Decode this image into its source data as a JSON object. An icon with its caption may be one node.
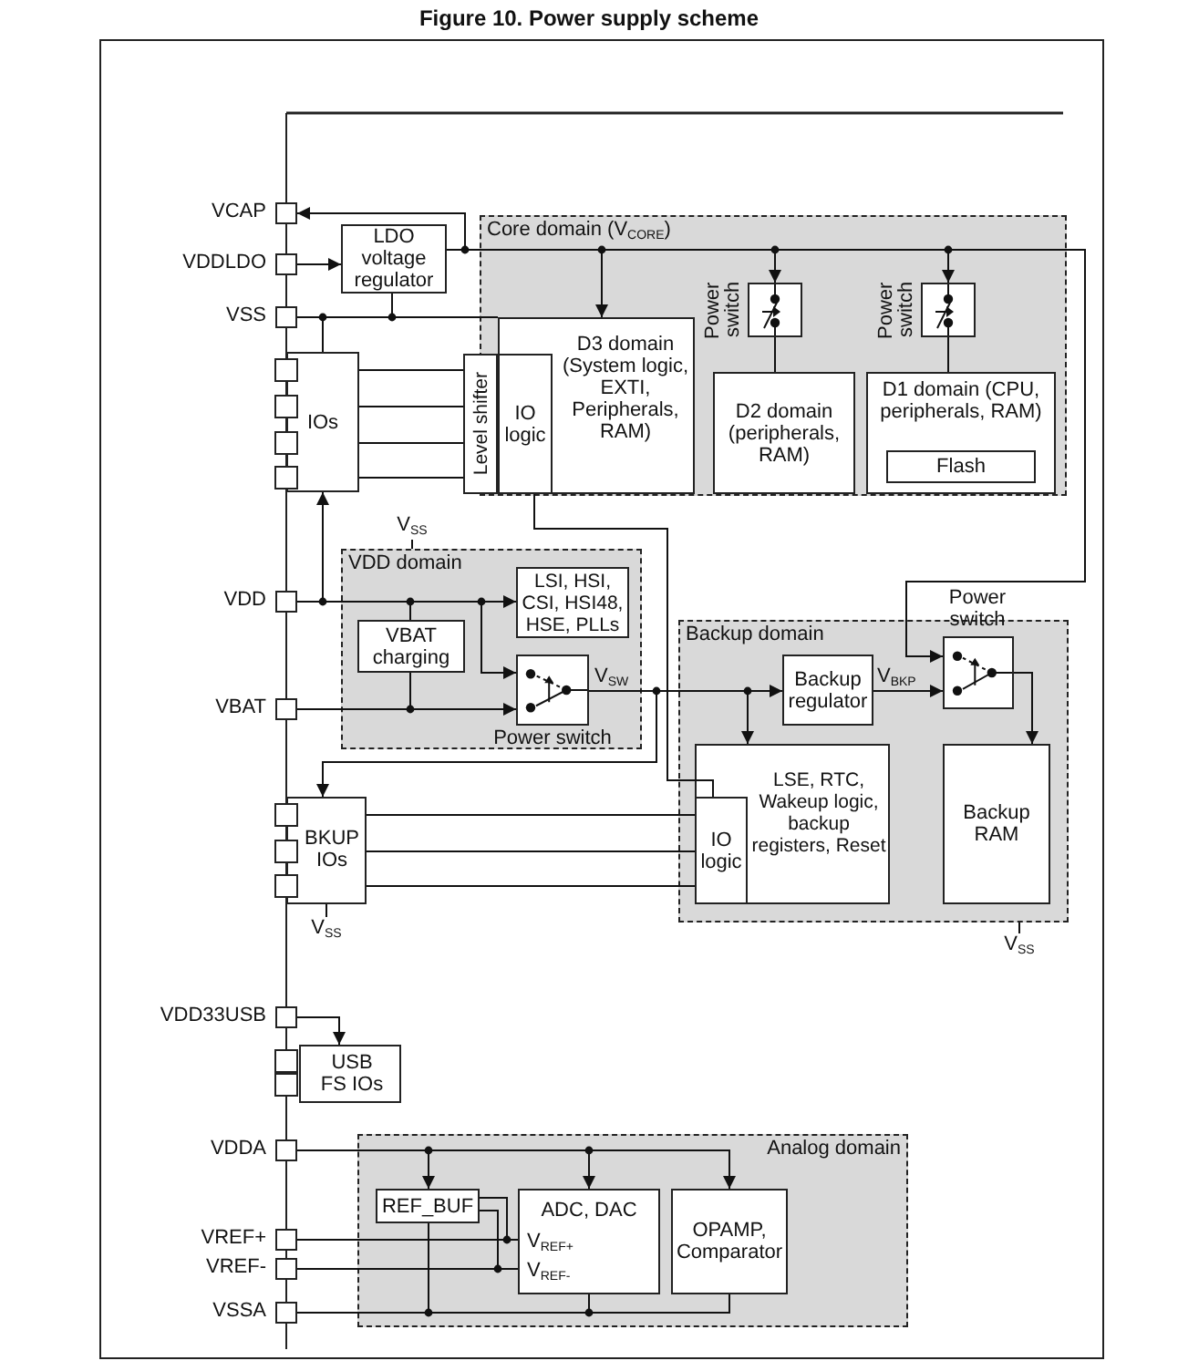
{
  "diagram": {
    "title": "Figure 10. Power supply scheme",
    "nodes": [
      {
        "text": [
          "VCAP"
        ]
      },
      {
        "text": [
          "VDDLDO"
        ]
      },
      {
        "text": [
          "LDO voltage regulator"
        ]
      },
      {
        "text": [
          "Core domain (V$_{CORE}$)"
        ]
      },
      {
        "text": [
          "D3 domain (System logic, EXTI, Peripherals, RAM)"
        ],
        "in": 3
      },
      {
        "text": [
          "IO logic"
        ],
        "in": 4
      },
      {
        "text": [],
        "shape": "switch",
        "in": 3,
        "beside": [
          "Power switch"
        ]
      },
      {
        "text": [
          "D2 domain (peripherals, RAM)"
        ],
        "in": 3
      },
      {
        "text": [],
        "shape": "switch",
        "in": 3,
        "beside": [
          "Power switch"
        ]
      },
      {
        "text": [
          "D1 domain (CPU, peripherals, RAM)"
        ],
        "in": 3
      },
      {
        "text": [
          "Flash"
        ],
        "in": 9
      },
      {
        "text": [
          "VSS"
        ]
      },
      {
        "text": [
          "IOs"
        ]
      },
      {
        "text": [
          "Level shifter"
        ]
      },
      {
        "text": [
          "V$_{SS}$"
        ]
      },
      {
        "text": [
          "VDD"
        ]
      },
      {
        "text": [
          "VDD domain"
        ]
      },
      {
        "text": [
          "LSI, HSI, CSI, HSI48, HSE, PLLs"
        ],
        "in": 16
      },
      {
        "text": [
          "VBAT charging"
        ],
        "in": 16
      },
      {
        "text": [],
        "shape": "switch",
        "in": 16,
        "beside": [
          "Power switch"
        ]
      },
      {
        "text": [
          "VBAT"
        ]
      },
      {
        "text": [
          "Backup domain"
        ]
      },
      {
        "text": [
          "Backup regulator"
        ],
        "in": 21
      },
      {
        "text": [],
        "shape": "switch",
        "in": 21,
        "beside": [
          "Power switch"
        ]
      },
      {
        "text": [
          "LSE, RTC, Wakeup logic, backup registers, Reset"
        ],
        "in": 21
      },
      {
        "text": [
          "IO logic"
        ],
        "in": 24
      },
      {
        "text": [
          "Backup RAM"
        ],
        "in": 21
      },
      {
        "text": [
          "BKUP IOs"
        ]
      },
      {
        "text": [
          "V$_{SS}$"
        ]
      },
      {
        "text": [
          "V$_{SS}$"
        ]
      },
      {
        "text": [
          "VDD33USB"
        ]
      },
      {
        "text": [
          "USB FS IOs"
        ]
      },
      {
        "text": [
          "VDDA"
        ]
      },
      {
        "text": [
          "Analog domain"
        ]
      },
      {
        "text": [
          "REF_BUF"
        ],
        "in": 33
      },
      {
        "text": [
          "ADC, DAC",
          "V$_{REF+}$",
          "V$_{REF-}$"
        ],
        "in": 33
      },
      {
        "text": [
          "OPAMP, Comparator"
        ],
        "in": 33
      },
      {
        "text": [
          "VREF+"
        ]
      },
      {
        "text": [
          "VREF-"
        ]
      },
      {
        "text": [
          "VSSA"
        ]
      }
    ],
    "edges": [
      {
        "from": 2,
        "to": 0,
        "arrow": "to"
      },
      {
        "from": 1,
        "to": 2,
        "arrow": "to"
      },
      {
        "from": 2,
        "to": 4,
        "arrow": "to"
      },
      {
        "from": 2,
        "to": 6,
        "arrow": "to"
      },
      {
        "from": 2,
        "to": 8,
        "arrow": "to"
      },
      {
        "from": 2,
        "to": 23,
        "arrow": "to"
      },
      {
        "from": 6,
        "to": 7,
        "arrow": "none"
      },
      {
        "from": 8,
        "to": 9,
        "arrow": "none"
      },
      {
        "from": 11,
        "to": 2,
        "arrow": "none"
      },
      {
        "from": 11,
        "to": 4,
        "arrow": "none"
      },
      {
        "from": 11,
        "to": 12,
        "arrow": "none"
      },
      {
        "from": 12,
        "to": 13,
        "arrow": "none"
      },
      {
        "from": 12,
        "to": 13,
        "arrow": "none"
      },
      {
        "from": 12,
        "to": 13,
        "arrow": "none"
      },
      {
        "from": 12,
        "to": 13,
        "arrow": "none"
      },
      {
        "from": 5,
        "to": 25,
        "arrow": "none"
      },
      {
        "from": 14,
        "to": 16,
        "arrow": "none"
      },
      {
        "from": 15,
        "to": 12,
        "arrow": "to"
      },
      {
        "from": 15,
        "to": 17,
        "arrow": "to"
      },
      {
        "from": 15,
        "to": 18,
        "arrow": "none"
      },
      {
        "from": 15,
        "to": 19,
        "arrow": "to"
      },
      {
        "from": 20,
        "to": 18,
        "arrow": "none"
      },
      {
        "from": 20,
        "to": 19,
        "arrow": "to"
      },
      {
        "from": 19,
        "to": 22,
        "label": "V$_{SW}$",
        "arrow": "to"
      },
      {
        "from": 19,
        "to": 27,
        "arrow": "to"
      },
      {
        "from": 19,
        "to": 24,
        "arrow": "to"
      },
      {
        "from": 22,
        "to": 23,
        "label": "V$_{BKP}$",
        "arrow": "to"
      },
      {
        "from": 23,
        "to": 26,
        "arrow": "to"
      },
      {
        "from": 27,
        "to": 25,
        "arrow": "none"
      },
      {
        "from": 27,
        "to": 25,
        "arrow": "none"
      },
      {
        "from": 27,
        "to": 25,
        "arrow": "none"
      },
      {
        "from": 27,
        "to": 28,
        "arrow": "none"
      },
      {
        "from": 21,
        "to": 29,
        "arrow": "none"
      },
      {
        "from": 30,
        "to": 31,
        "arrow": "to"
      },
      {
        "from": 32,
        "to": 34,
        "arrow": "to"
      },
      {
        "from": 32,
        "to": 35,
        "arrow": "to"
      },
      {
        "from": 32,
        "to": 36,
        "arrow": "to"
      },
      {
        "from": 37,
        "to": 35,
        "arrow": "none"
      },
      {
        "from": 38,
        "to": 35,
        "arrow": "none"
      },
      {
        "from": 34,
        "to": 35,
        "arrow": "none"
      },
      {
        "from": 34,
        "to": 35,
        "arrow": "none"
      },
      {
        "from": 39,
        "to": 34,
        "arrow": "none"
      },
      {
        "from": 39,
        "to": 35,
        "arrow": "none"
      },
      {
        "from": 39,
        "to": 36,
        "arrow": "none"
      }
    ]
  }
}
